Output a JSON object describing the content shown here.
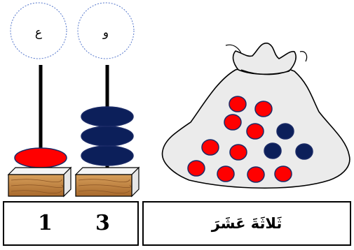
{
  "abacus": {
    "tens_label": "ع",
    "units_label": "و",
    "tens_count": 1,
    "units_count": 3,
    "tens_bead_color": "#ff0000",
    "units_bead_color": "#0c1f5a"
  },
  "bag": {
    "red_counters": 10,
    "blue_counters": 3,
    "red_color": "#ff0000",
    "blue_color": "#0c1f5a"
  },
  "table": {
    "tens_digit": "1",
    "units_digit": "3",
    "number_word": "ثَلاثَةَ عَشَرَ"
  }
}
